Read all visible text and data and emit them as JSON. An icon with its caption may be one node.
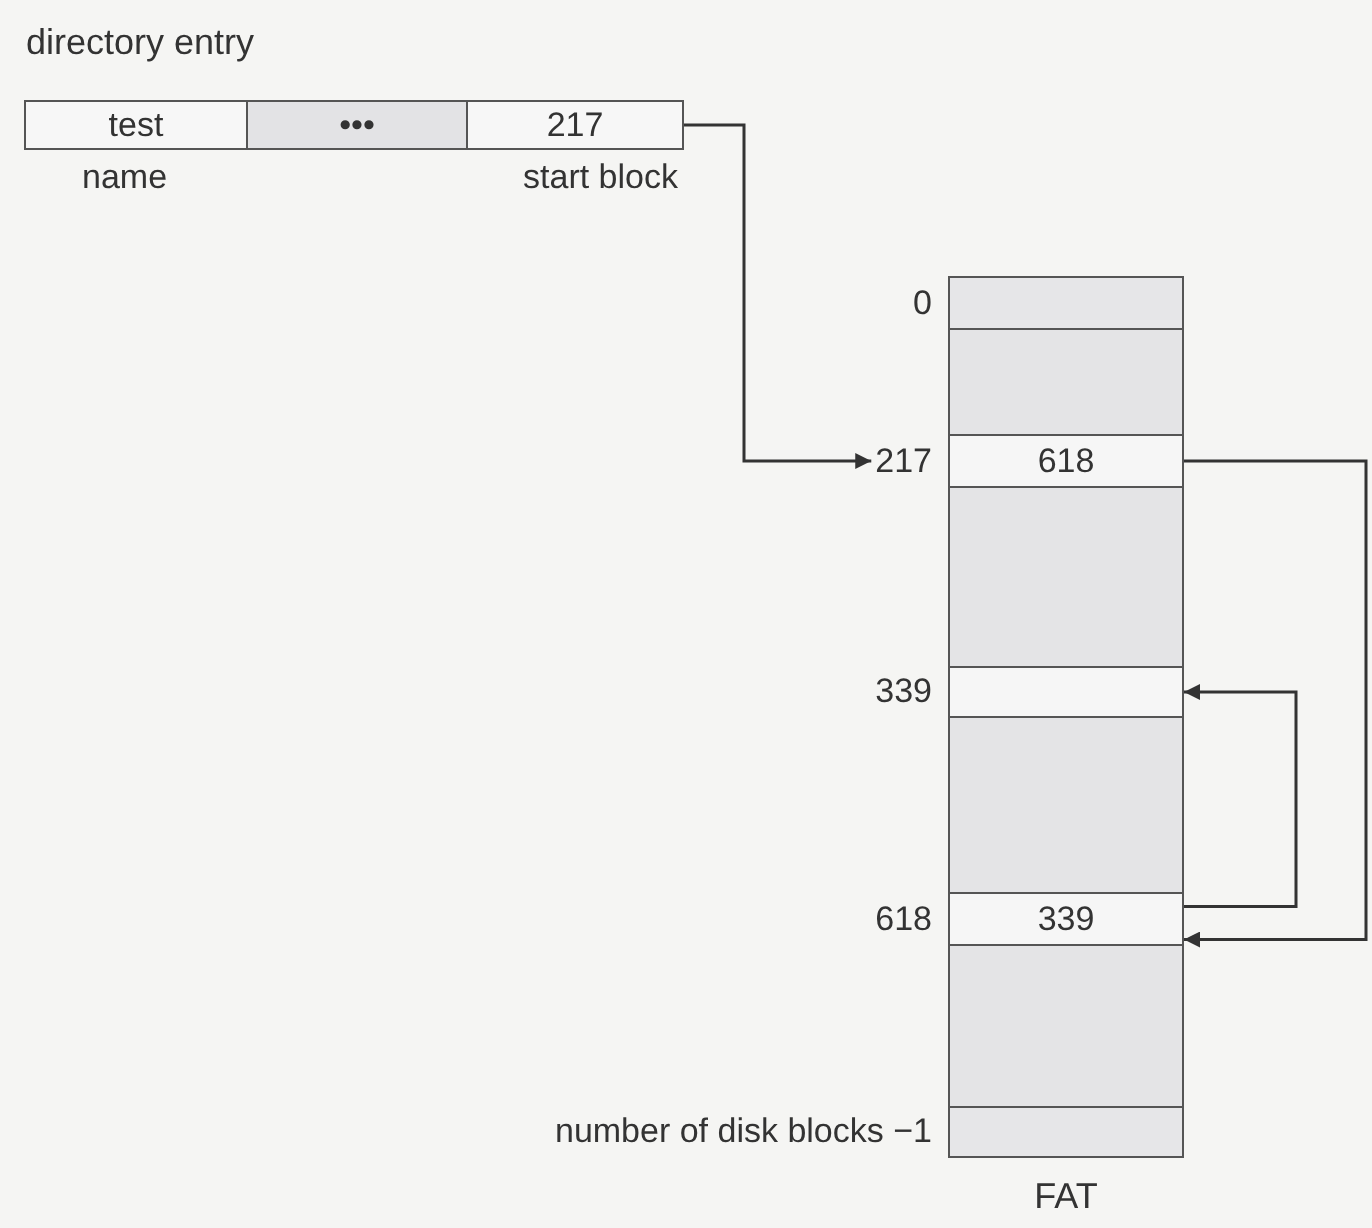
{
  "diagram": {
    "nodes": [
      {
        "text": [
          "directory entry"
        ]
      },
      {
        "text": [
          "test"
        ],
        "in": 0,
        "beside": [
          "name"
        ]
      },
      {
        "text": [
          "•••"
        ],
        "in": 0
      },
      {
        "text": [
          "217"
        ],
        "in": 0,
        "beside": [
          "start block"
        ]
      },
      {
        "text": [
          "FAT"
        ]
      },
      {
        "text": [],
        "shape": "box",
        "in": 4,
        "beside": [
          "0"
        ]
      },
      {
        "text": [
          "618"
        ],
        "in": 4,
        "beside": [
          "217"
        ]
      },
      {
        "text": [],
        "shape": "box",
        "in": 4,
        "beside": [
          "339"
        ]
      },
      {
        "text": [
          "339"
        ],
        "in": 4,
        "beside": [
          "618"
        ]
      },
      {
        "text": [],
        "shape": "box",
        "in": 4,
        "beside": [
          "number of disk blocks −1"
        ]
      }
    ],
    "edges": [
      {
        "from": 3,
        "to": 6,
        "arrow": "to"
      },
      {
        "from": 6,
        "to": 8,
        "arrow": "to"
      },
      {
        "from": 8,
        "to": 7,
        "arrow": "to"
      }
    ]
  }
}
